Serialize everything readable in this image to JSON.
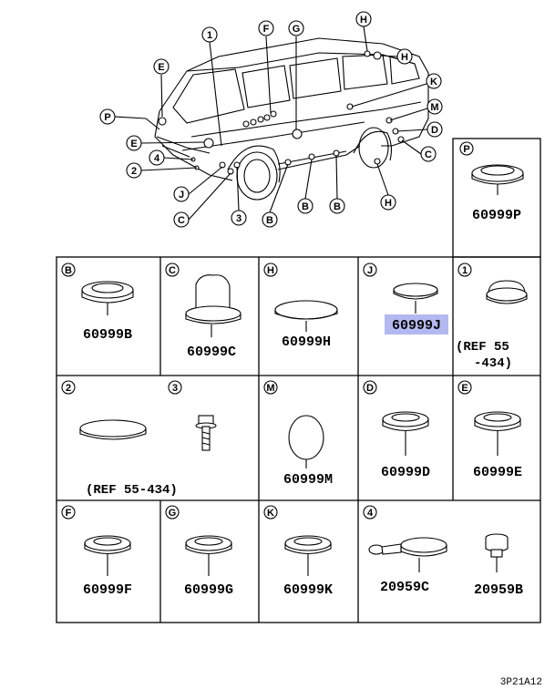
{
  "callouts": {
    "c1": "1",
    "F": "F",
    "G": "G",
    "H_top": "H",
    "H_top2": "H",
    "E_top": "E",
    "P": "P",
    "E_mid": "E",
    "c4": "4",
    "c2": "2",
    "J": "J",
    "C_left": "C",
    "c3": "3",
    "B_1": "B",
    "B_2": "B",
    "B_3": "B",
    "H_bottom": "H",
    "K": "K",
    "M": "M",
    "D": "D",
    "C_right": "C"
  },
  "cells": {
    "P": {
      "key": "P",
      "label": "60999P"
    },
    "B": {
      "key": "B",
      "label": "60999B"
    },
    "C": {
      "key": "C",
      "label": "60999C"
    },
    "H": {
      "key": "H",
      "label": "60999H"
    },
    "J": {
      "key": "J",
      "label": "60999J",
      "highlighted": true
    },
    "one": {
      "key": "1",
      "ref_line1": "(REF 55",
      "ref_line2": "-434)"
    },
    "two": {
      "key": "2",
      "ref": "(REF 55-434)"
    },
    "three": {
      "key": "3"
    },
    "M": {
      "key": "M",
      "label": "60999M"
    },
    "D": {
      "key": "D",
      "label": "60999D"
    },
    "E": {
      "key": "E",
      "label": "60999E"
    },
    "F": {
      "key": "F",
      "label": "60999F"
    },
    "G": {
      "key": "G",
      "label": "60999G"
    },
    "K": {
      "key": "K",
      "label": "60999K"
    },
    "four": {
      "key": "4",
      "label_a": "20959C",
      "label_b": "20959B"
    }
  },
  "diagram_code": "3P21A12",
  "colors": {
    "highlight": "#b3b8f0",
    "line": "#000000",
    "background": "#ffffff"
  }
}
